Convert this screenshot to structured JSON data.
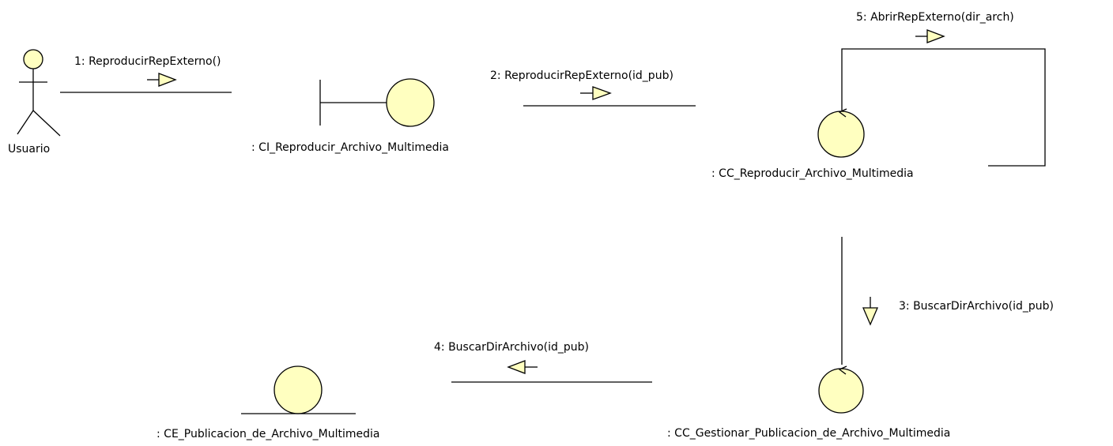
{
  "actor": {
    "name": "Usuario"
  },
  "objects": {
    "boundary": ": CI_Reproducir_Archivo_Multimedia",
    "control_reproducir": ": CC_Reproducir_Archivo_Multimedia",
    "control_gestionar": ": CC_Gestionar_Publicacion_de_Archivo_Multimedia",
    "entity": ": CE_Publicacion_de_Archivo_Multimedia"
  },
  "messages": {
    "m1": "1: ReproducirRepExterno()",
    "m2": "2: ReproducirRepExterno(id_pub)",
    "m3": "3: BuscarDirArchivo(id_pub)",
    "m4": "4: BuscarDirArchivo(id_pub)",
    "m5": "5: AbrirRepExterno(dir_arch)"
  },
  "colors": {
    "fill": "#ffffc0",
    "stroke": "#000000"
  }
}
